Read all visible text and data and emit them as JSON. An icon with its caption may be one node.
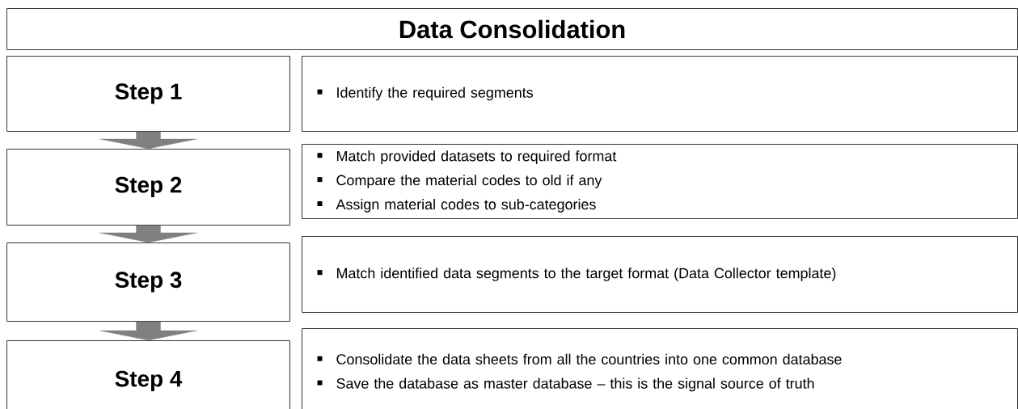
{
  "diagram": {
    "nodes": [
      {
        "text": [
          "Data Consolidation"
        ]
      },
      {
        "text": [
          "Step 1"
        ]
      },
      {
        "text": [
          "Identify the required segments"
        ]
      },
      {
        "text": [
          "Step 2"
        ]
      },
      {
        "text": [
          "Match provided datasets to required format",
          "Compare the material codes to old if any",
          "Assign material codes to sub-categories"
        ]
      },
      {
        "text": [
          "Step 3"
        ]
      },
      {
        "text": [
          "Match identified data segments to the target format (Data Collector template)"
        ]
      },
      {
        "text": [
          "Step 4"
        ]
      },
      {
        "text": [
          "Consolidate the data sheets from all the countries into one common database",
          "Save the database as master database – this is the signal source of truth"
        ]
      }
    ],
    "edges": [
      {
        "from": 1,
        "to": 3,
        "arrow": "to",
        "style": "thick",
        "color": "#808080"
      },
      {
        "from": 3,
        "to": 5,
        "arrow": "to",
        "style": "thick",
        "color": "#808080"
      },
      {
        "from": 5,
        "to": 7,
        "arrow": "to",
        "style": "thick",
        "color": "#808080"
      }
    ]
  }
}
